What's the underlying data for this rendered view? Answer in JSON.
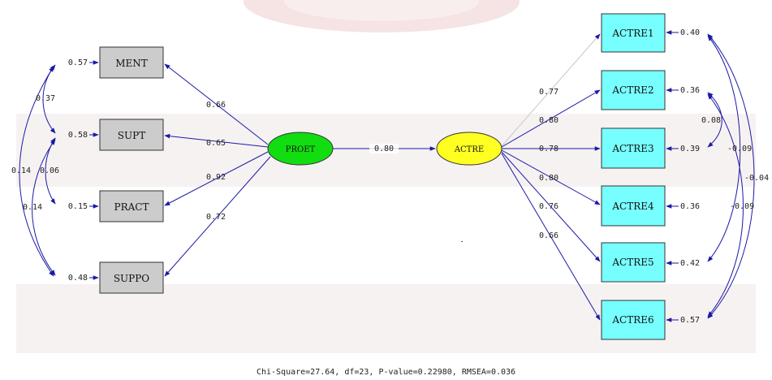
{
  "left_indicators": [
    {
      "label": "MENT",
      "error": "0.57",
      "loading": "0.66"
    },
    {
      "label": "SUPT",
      "error": "0.58",
      "loading": "0.65"
    },
    {
      "label": "PRACT",
      "error": "0.15",
      "loading": "0.92"
    },
    {
      "label": "SUPPO",
      "error": "0.48",
      "loading": "0.72"
    }
  ],
  "left_covariances": [
    "0.37",
    "0.14",
    "0.06",
    "0.14"
  ],
  "latent_left": {
    "label": "PROET",
    "color": "#11dd11"
  },
  "latent_right": {
    "label": "ACTRE",
    "color": "#ffff22"
  },
  "path_coefficient": "0.80",
  "right_indicators": [
    {
      "label": "ACTRE1",
      "error": "0.40",
      "loading": "0.77"
    },
    {
      "label": "ACTRE2",
      "error": "0.36",
      "loading": "0.80"
    },
    {
      "label": "ACTRE3",
      "error": "0.39",
      "loading": "0.78"
    },
    {
      "label": "ACTRE4",
      "error": "0.36",
      "loading": "0.80"
    },
    {
      "label": "ACTRE5",
      "error": "0.42",
      "loading": "0.76"
    },
    {
      "label": "ACTRE6",
      "error": "0.57",
      "loading": "0.66"
    }
  ],
  "right_covariances": [
    "0.08",
    "-0.09",
    "-0.04",
    "-0.09"
  ],
  "colors": {
    "left_box": "#cccccc",
    "right_box": "#77ffff",
    "arrow": "#1a1aa6"
  },
  "fit_stats": "Chi-Square=27.64, df=23, P-value=0.22980, RMSEA=0.036"
}
